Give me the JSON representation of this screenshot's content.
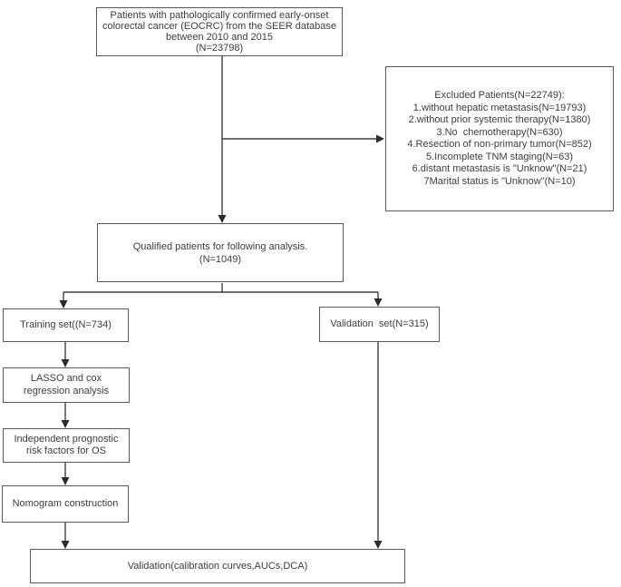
{
  "figure": {
    "background": "#ffffff",
    "connector_color": "#3f3f3f",
    "arrow_color": "#2b2b2b",
    "box_border_color": "#595959",
    "text_color": "#3d3d3d"
  },
  "nodes": {
    "cohort": {
      "lines": [
        "Patients with pathologically confirmed early-onset",
        "colorectal cancer (EOCRC) from the SEER database",
        "between 2010 and 2015",
        "(N=23798)"
      ]
    },
    "excluded": {
      "lines": [
        "Excluded Patients(N=22749):",
        "1.without hepatic metastasis(N=19793)",
        "2.without prior systemic therapy(N=1380)",
        "3.No  chemotherapy(N=630)",
        "4.Resection of non-primary tumor(N=852)",
        "5.Incomplete TNM staging(N=63)",
        "6.distant metastasis is \"Unknow\"(N=21)",
        "7Marital status is \"Unknow\"(N=10)"
      ]
    },
    "qualified": {
      "lines": [
        "Qualified patients for following analysis.",
        "(N=1049)"
      ]
    },
    "training": {
      "label": "Training set((N=734)"
    },
    "validation": {
      "label": "Validation  set(N=315)"
    },
    "lasso": {
      "lines": [
        "LASSO and cox",
        "regression analysis"
      ]
    },
    "prognostic": {
      "lines": [
        "Independent prognostic",
        "risk factors for OS"
      ]
    },
    "nomogram": {
      "label": "Nomogram construction"
    },
    "final_validation": {
      "label": "Validation(calibration curves,AUCs,DCA)"
    }
  }
}
